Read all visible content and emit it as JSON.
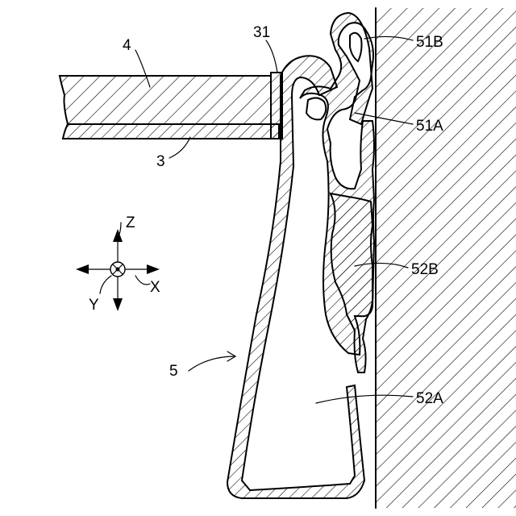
{
  "labels": {
    "plate": "4",
    "film": "3",
    "flange": "31",
    "gasket": "5",
    "lip_upper": "51B",
    "lip_lower": "51A",
    "body_upper": "52B",
    "body_lower": "52A"
  },
  "axes": {
    "z": "Z",
    "x": "X",
    "y": "Y"
  },
  "colors": {
    "line": "#000000",
    "background": "#ffffff"
  }
}
